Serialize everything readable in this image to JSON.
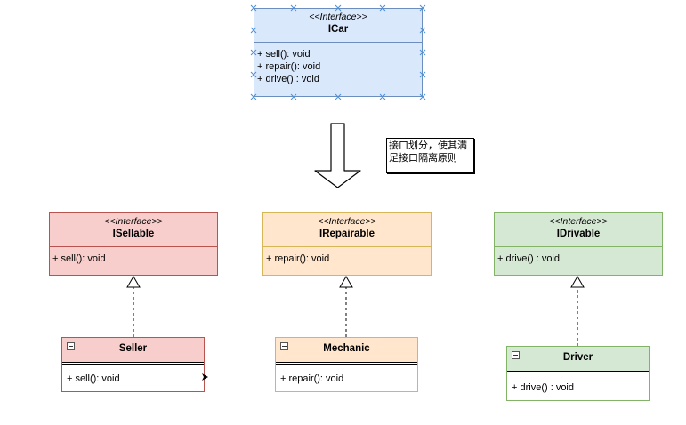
{
  "interfaces": {
    "icar": {
      "stereotype": "<<Interface>>",
      "name": "ICar",
      "methods": [
        "+ sell(): void",
        "+ repair(): void",
        "+ drive() : void"
      ]
    },
    "isellable": {
      "stereotype": "<<Interface>>",
      "name": "ISellable",
      "methods": [
        "+ sell(): void"
      ]
    },
    "irepairable": {
      "stereotype": "<<Interface>>",
      "name": "IRepairable",
      "methods": [
        "+ repair(): void"
      ]
    },
    "idrivable": {
      "stereotype": "<<Interface>>",
      "name": "IDrivable",
      "methods": [
        "+ drive() : void"
      ]
    }
  },
  "classes": {
    "seller": {
      "name": "Seller",
      "methods": [
        "+ sell(): void"
      ]
    },
    "mechanic": {
      "name": "Mechanic",
      "methods": [
        "+ repair(): void"
      ]
    },
    "driver": {
      "name": "Driver",
      "methods": [
        "+ drive() : void"
      ]
    }
  },
  "note": {
    "lines": [
      "接口划分，使其满",
      "足接口隔离原则"
    ]
  },
  "colors": {
    "blue_fill": "#dae8fc",
    "red_fill": "#f8cecc",
    "orange_fill": "#ffe6cc",
    "green_fill": "#d5e8d4",
    "selection_handle": "#4a90d9"
  }
}
